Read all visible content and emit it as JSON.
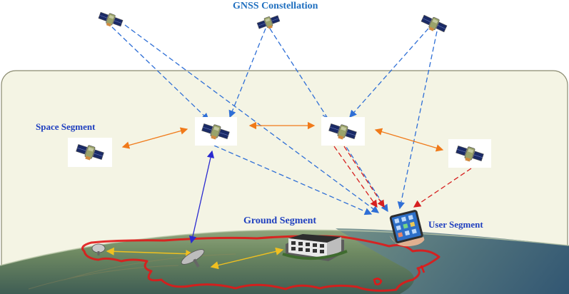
{
  "labels": {
    "gnss_constellation": "GNSS Constellation",
    "space_segment": "Space Segment",
    "ground_segment": "Ground Segment",
    "user_segment": "User Segment"
  },
  "colors": {
    "title_text": "#1f6fbf",
    "segment_text": "#1f3fbf",
    "signal_link": "#2f6fd6",
    "augmentation_link": "#d62020",
    "intersatellite_link": "#f07a1a",
    "uplink": "#2a2ad0",
    "ground_link": "#f0c020",
    "border_line": "#e01818",
    "terrain": "#6f8a6c",
    "panel": "#f4f4e4"
  },
  "icons": {
    "gnss_satellites": [
      "satellite-icon",
      "satellite-icon",
      "satellite-icon"
    ],
    "space_satellites": [
      "satellite-icon",
      "satellite-icon",
      "satellite-icon",
      "satellite-icon"
    ],
    "ground": [
      "control-station-icon",
      "antenna-dish-icon",
      "antenna-dish-icon"
    ],
    "user": "smartphone-icon"
  }
}
